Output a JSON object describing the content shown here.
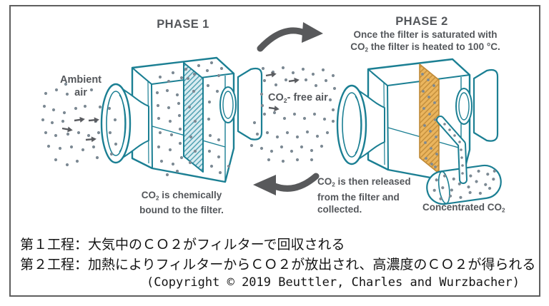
{
  "diagram": {
    "phase1": {
      "title": "PHASE 1",
      "ambient_line1": "Ambient",
      "ambient_line2": "air",
      "free_air": {
        "co": "CO",
        "sub": "2",
        "rest": "- free air"
      },
      "caption": {
        "co": "CO",
        "sub": "2",
        "line1_rest": " is chemically",
        "line2": "bound to the filter."
      }
    },
    "phase2": {
      "title": "PHASE 2",
      "subtitle_line1": "Once the filter is saturated with",
      "subtitle_line2": {
        "co": "CO",
        "sub": "2",
        "rest": " the filter is heated to 100 °C."
      },
      "released": {
        "co": "CO",
        "sub": "2",
        "line1_rest": " is then released",
        "line2": "from the filter and",
        "line3": "collected."
      },
      "concentrated": {
        "text": "Concentrated CO",
        "sub": "2"
      }
    }
  },
  "footer": {
    "process_line1": "第１工程：大気中のＣＯ２がフィルターで回収される",
    "process_line2": "第２工程：加熱によりフィルターからＣＯ２が放出され、高濃度のＣＯ２が得られる",
    "copyright": "(Copyright © 2019 Beuttler, Charles and Wurzbacher)"
  },
  "colors": {
    "teal": "#1b7f93",
    "filter_blue": "#d9ecf1",
    "hatch_blue": "#3e96a9",
    "filter_orange": "#eab55e",
    "hatch_orange": "#c08a37",
    "dot_gray": "#7d8a94",
    "arrow_gray": "#58595b",
    "small_arrow_gray": "#5a5c60",
    "text_gray": "#54575b",
    "border_gray": "#5f5f5f"
  }
}
